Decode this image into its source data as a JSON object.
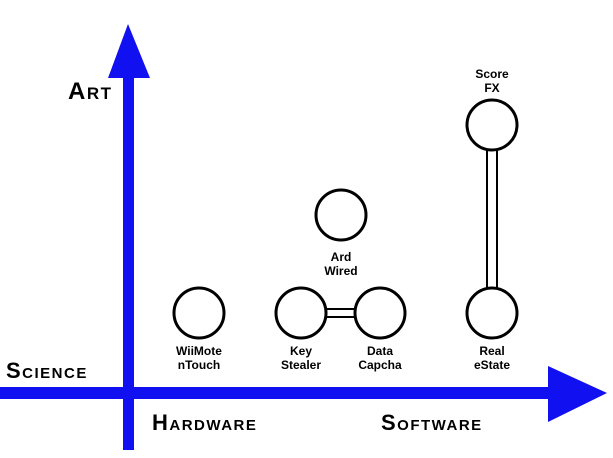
{
  "axes": {
    "art": "Art",
    "science": "Science",
    "hardware": "Hardware",
    "software": "Software"
  },
  "colors": {
    "axis": "#1010f0",
    "node_stroke": "#000000",
    "node_fill": "#ffffff"
  },
  "nodes": [
    {
      "id": "wiimote",
      "lines": [
        "WiiMote",
        "nTouch"
      ]
    },
    {
      "id": "keystealer",
      "lines": [
        "Key",
        "Stealer"
      ]
    },
    {
      "id": "datacapcha",
      "lines": [
        "Data",
        "Capcha"
      ]
    },
    {
      "id": "ardwired",
      "lines": [
        "Ard",
        "Wired"
      ]
    },
    {
      "id": "realestate",
      "lines": [
        "Real",
        "eState"
      ]
    },
    {
      "id": "scorefx",
      "lines": [
        "Score",
        "FX"
      ]
    }
  ]
}
